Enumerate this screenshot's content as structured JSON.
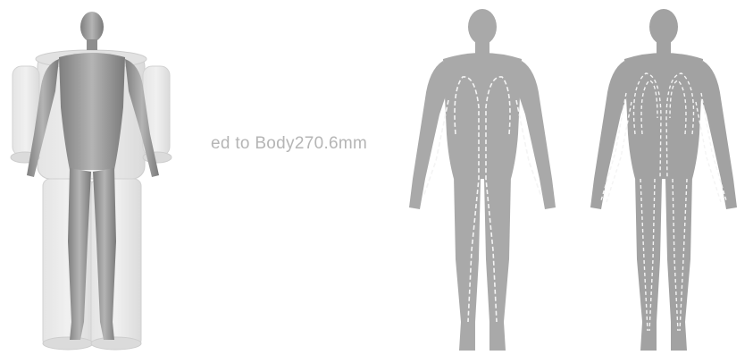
{
  "caption": {
    "title": "ed to Body270.6mm",
    "subtitle": ""
  },
  "colors": {
    "skin_gray": "#a9a9a9",
    "skin_dark": "#8a8a8a",
    "line_white": "#f4f4f4",
    "model_shell": "#d4d4d4",
    "model_body": "#9a9a9a"
  },
  "figures": [
    {
      "id": "fig-model",
      "label": ""
    },
    {
      "id": "fig-front",
      "label": ""
    },
    {
      "id": "fig-back",
      "label": ""
    }
  ]
}
